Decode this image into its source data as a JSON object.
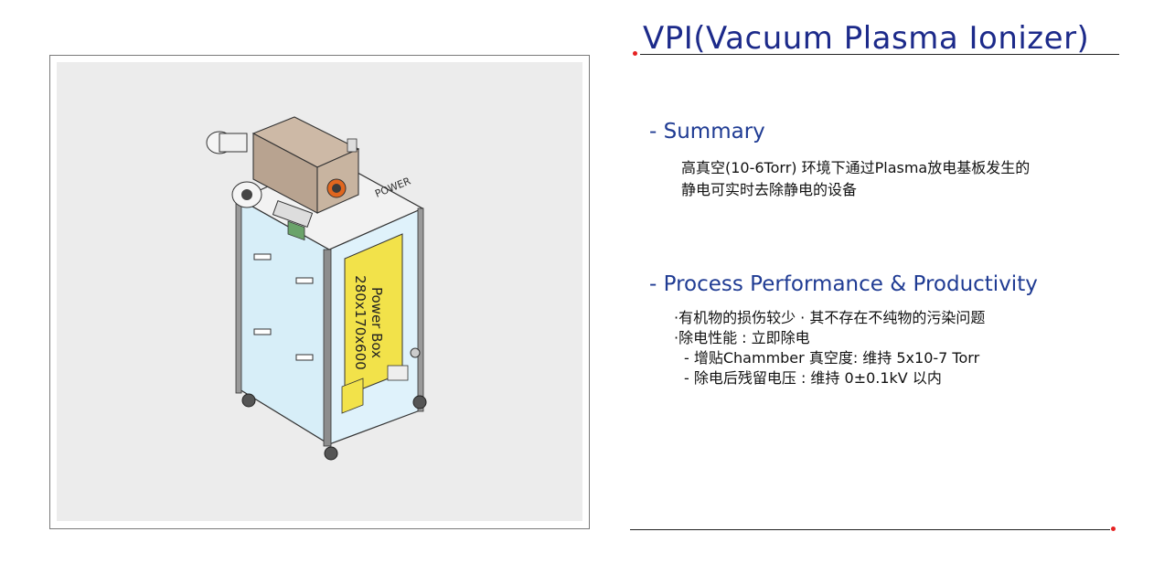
{
  "title": "VPI(Vacuum Plasma Ionizer)",
  "summary": {
    "heading": "- Summary",
    "lines": [
      "高真空(10-6Torr) 环境下通过Plasma放电基板发生的",
      "静电可实时去除静电的设备"
    ]
  },
  "performance": {
    "heading": "- Process Performance & Productivity",
    "lines": [
      "·有机物的损伤较少 · 其不存在不纯物的污染问题",
      "·除电性能 : 立即除电",
      "- 增贴Chammber 真空度: 维持 5x10-7 Torr",
      "- 除电后残留电压 : 维持 0±0.1kV 以内"
    ]
  },
  "machine": {
    "power_label": "POWER",
    "panel_line1": "Power Box",
    "panel_line2": "280x170x600"
  },
  "colors": {
    "title": "#1c2a8a",
    "heading": "#1f3b93",
    "accent_dot": "#e52222",
    "panel_yellow": "#f2e24a",
    "cabinet_face": "#dff2fb"
  }
}
